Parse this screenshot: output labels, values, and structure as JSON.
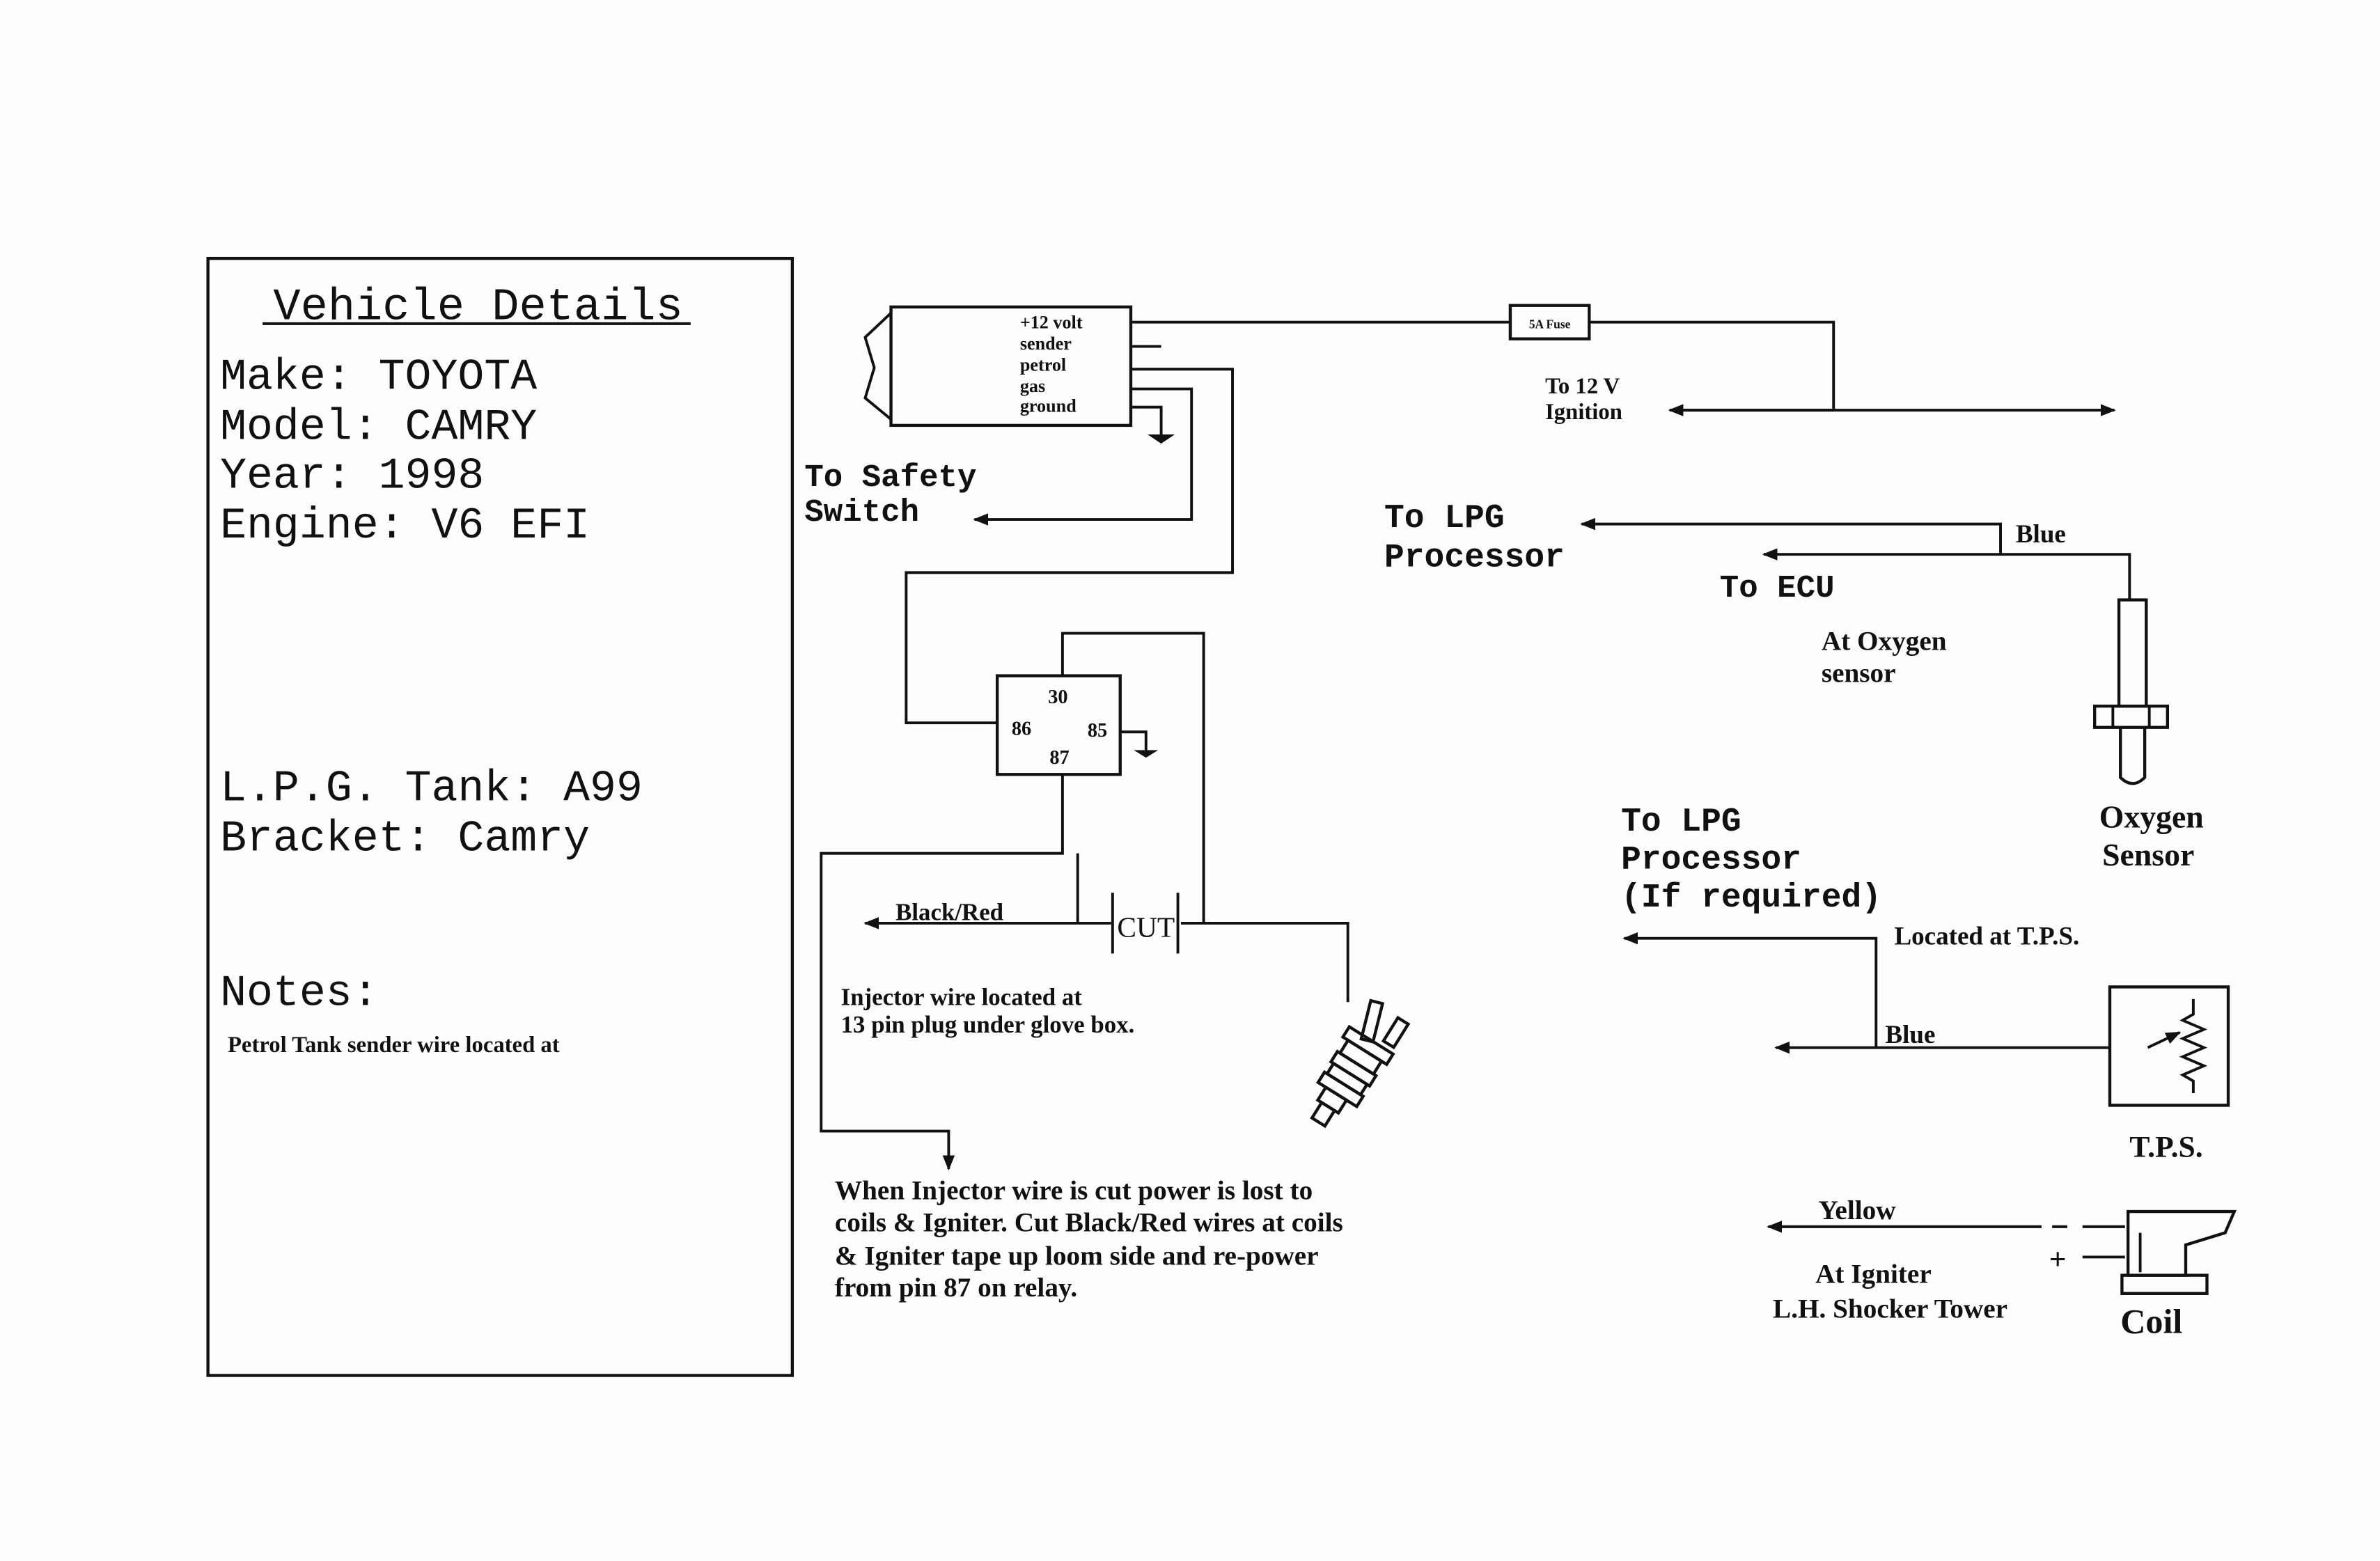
{
  "vehicle": {
    "title": "Vehicle Details",
    "make": "Make:  TOYOTA",
    "model": "Model:  CAMRY",
    "year": "Year:  1998",
    "engine": "Engine:  V6  EFI",
    "tank": "L.P.G.  Tank:  A99",
    "bracket": "Bracket:  Camry",
    "notes_label": "Notes:",
    "notes_text": "Petrol Tank sender wire located at"
  },
  "sender": {
    "lines": [
      "+12 volt",
      "sender",
      "petrol",
      "gas",
      "ground"
    ],
    "fuse": "5A Fuse",
    "ignition": [
      "To 12 V",
      "Ignition"
    ],
    "safety": [
      "To Safety",
      "Switch"
    ]
  },
  "relay": {
    "pins": [
      "30",
      "86",
      "85",
      "87"
    ]
  },
  "injector": {
    "wire_label": "Black/Red",
    "cut_label": "CUT",
    "location": [
      "Injector wire located at",
      "13 pin plug under glove box."
    ],
    "note": [
      "When Injector wire is cut power is lost to",
      "coils & Igniter. Cut Black/Red wires at coils",
      "& Igniter tape up loom side and re-power",
      "from pin 87 on relay."
    ]
  },
  "oxygen": {
    "lpg": [
      "To LPG",
      "Processor"
    ],
    "wire": "Blue",
    "ecu": "To ECU",
    "at": [
      "At Oxygen",
      "sensor"
    ],
    "label": [
      "Oxygen",
      "Sensor"
    ]
  },
  "tps": {
    "lpg": [
      "To LPG",
      "Processor",
      "(If required)"
    ],
    "located": "Located at T.P.S.",
    "wire": "Blue",
    "label": "T.P.S."
  },
  "coil": {
    "wire": "Yellow",
    "plus": "+",
    "at": [
      "At Igniter",
      "L.H. Shocker Tower"
    ],
    "label": "Coil"
  }
}
